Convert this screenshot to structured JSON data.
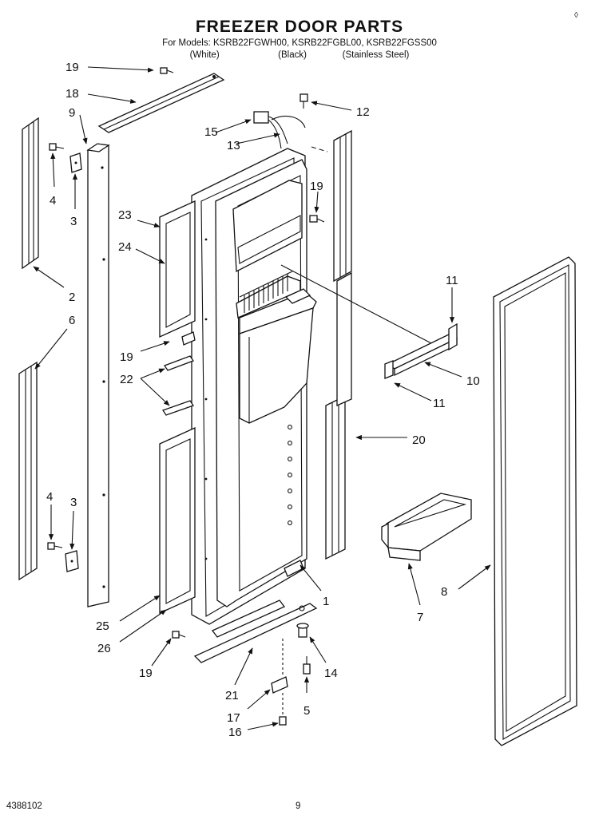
{
  "header": {
    "title": "FREEZER DOOR PARTS",
    "models_line": "For Models: KSRB22FGWH00, KSRB22FGBL00, KSRB22FGSS00",
    "variants_line": "(White)                       (Black)              (Stainless Steel)"
  },
  "callouts": {
    "c1": "1",
    "c2": "2",
    "c3a": "3",
    "c3b": "3",
    "c4a": "4",
    "c4b": "4",
    "c5": "5",
    "c6": "6",
    "c7": "7",
    "c8": "8",
    "c9": "9",
    "c10": "10",
    "c11a": "11",
    "c11b": "11",
    "c12": "12",
    "c13": "13",
    "c14": "14",
    "c15": "15",
    "c16": "16",
    "c17": "17",
    "c18": "18",
    "c19a": "19",
    "c19b": "19",
    "c19c": "19",
    "c19d": "19",
    "c20": "20",
    "c21": "21",
    "c22": "22",
    "c23": "23",
    "c24": "24",
    "c25": "25",
    "c26": "26"
  },
  "footer": {
    "doc_number": "4388102",
    "page": "9",
    "corner_mark": "◊"
  }
}
